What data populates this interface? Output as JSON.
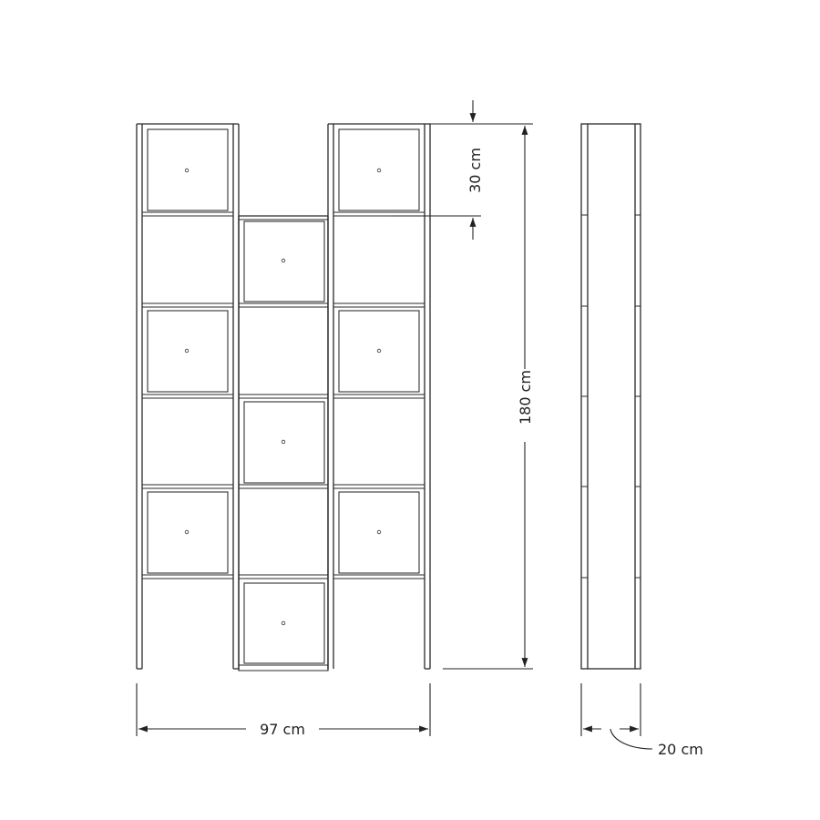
{
  "dimensions": {
    "module_height": "30 cm",
    "total_height": "180 cm",
    "total_width": "97 cm",
    "depth": "20 cm"
  }
}
